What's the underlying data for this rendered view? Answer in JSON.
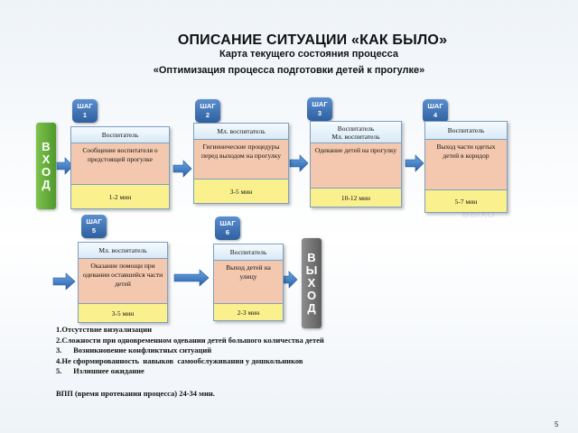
{
  "title": "ОПИСАНИЕ СИТУАЦИИ «КАК БЫЛО»",
  "subtitle_line1": "Карта текущего состояния процесса",
  "subtitle_line2": "«Оптимизация процесса подготовки детей к прогулке»",
  "entry_label": [
    "В",
    "Х",
    "О",
    "Д"
  ],
  "exit_label": [
    "В",
    "Ы",
    "Х",
    "О",
    "Д"
  ],
  "ghost_text": "ВЫХО",
  "steps": [
    {
      "badge": [
        "ШАГ",
        "1"
      ],
      "role": "Воспитатель",
      "desc": "Сообщение воспитателя о предстоящей прогулке",
      "time": "1-2 мин"
    },
    {
      "badge": [
        "ШАГ",
        "2"
      ],
      "role": "Мл. воспитатель",
      "desc": "Гигиенические процедуры перед выходом на прогулку",
      "time": "3-5 мин"
    },
    {
      "badge": [
        "ШАГ",
        "3"
      ],
      "role": "Воспитатель\nМл. воспитатель",
      "desc": "Одевание детей на прогулку",
      "time": "10-12 мин"
    },
    {
      "badge": [
        "ШАГ",
        "4"
      ],
      "role": "Воспитатель",
      "desc": "Выход части одетых детей в коридор",
      "time": "5-7 мин"
    },
    {
      "badge": [
        "ШАГ",
        "5"
      ],
      "role": "Мл. воспитатель",
      "desc": "Оказание помощи при одевании оставшейся части детей",
      "time": "3-5 мин"
    },
    {
      "badge": [
        "ШАГ",
        "6"
      ],
      "role": "Воспитатель",
      "desc": "Выход детей на улицу",
      "time": "2-3 мин"
    }
  ],
  "problems": [
    "1.Отсутствие визуализации",
    "2.Сложности при одновременном одевании детей большого количества детей",
    "3.      Возникновение конфликтных ситуаций",
    "4.Не сформированность  навыков  самообслуживания у дошкольников",
    "5.      Излишнее ожидание"
  ],
  "vpp": "ВПП (время протекания процесса) 24-34 мин.",
  "page_number": "5",
  "colors": {
    "badge": "#3d6fb0",
    "role_bg": "#d8eaf7",
    "desc_bg": "#f4c8ae",
    "time_bg": "#fbf08e",
    "entry_bar": "#5aa535",
    "exit_bar": "#6e6e6e",
    "arrow": "#3a78c4"
  }
}
